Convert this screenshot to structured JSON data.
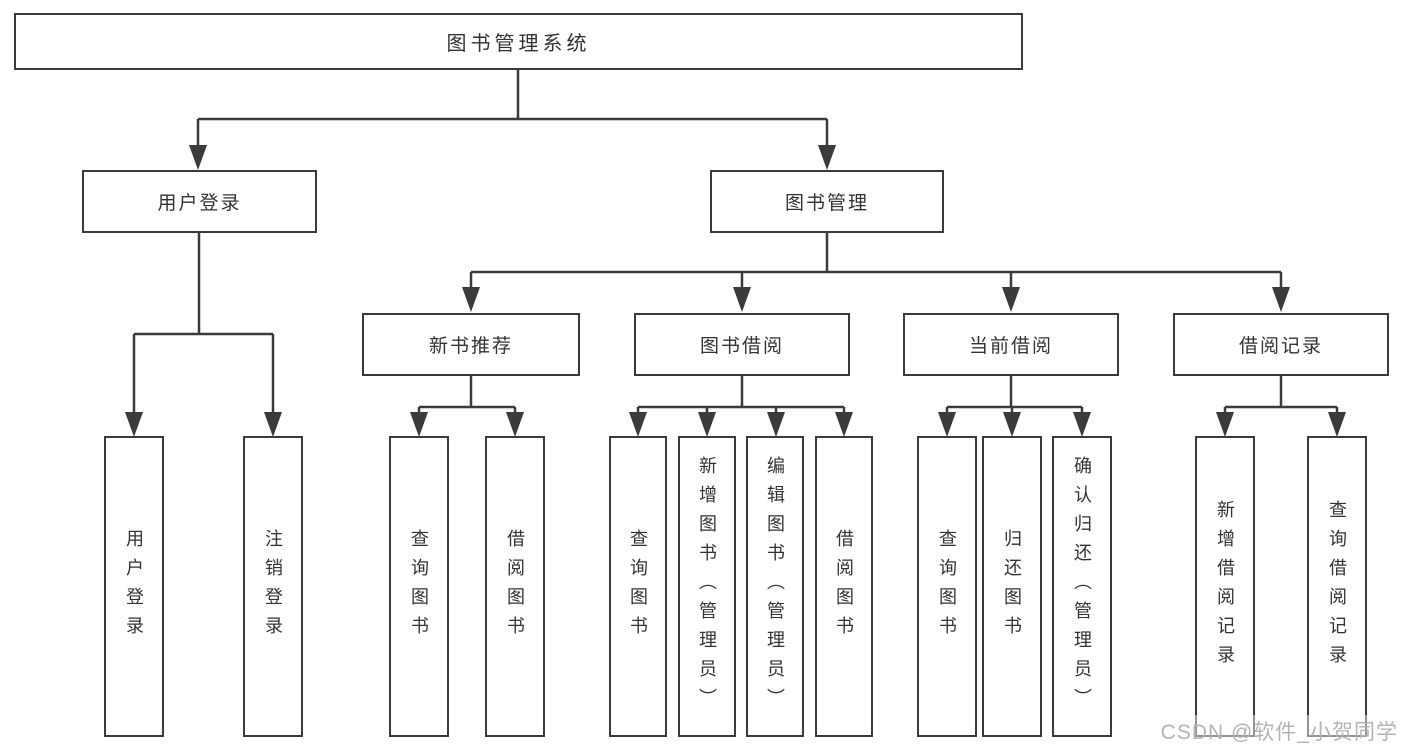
{
  "diagram": {
    "root": "图书管理系统",
    "level1": {
      "user_login": "用户登录",
      "book_mgmt": "图书管理"
    },
    "level2": {
      "new_book_rec": "新书推荐",
      "book_borrow": "图书借阅",
      "current_borrow": "当前借阅",
      "borrow_records": "借阅记录"
    },
    "leaves": {
      "user_login": "用户登录",
      "logout": "注销登录",
      "rec_query": "查询图书",
      "rec_borrow": "借阅图书",
      "bb_query": "查询图书",
      "bb_add": "新增图书（管理员）",
      "bb_edit": "编辑图书（管理员）",
      "bb_borrow": "借阅图书",
      "cb_query": "查询图书",
      "cb_return": "归还图书",
      "cb_confirm": "确认归还（管理员）",
      "br_add": "新增借阅记录",
      "br_query": "查询借阅记录"
    }
  },
  "watermark": "CSDN @软件_小贺同学",
  "colors": {
    "line": "#3b3b3b",
    "box_border": "#3b3b3b",
    "box_background": "#ffffff",
    "text": "#333333",
    "watermark": "#b4b4b4",
    "page_background": "#ffffff"
  }
}
